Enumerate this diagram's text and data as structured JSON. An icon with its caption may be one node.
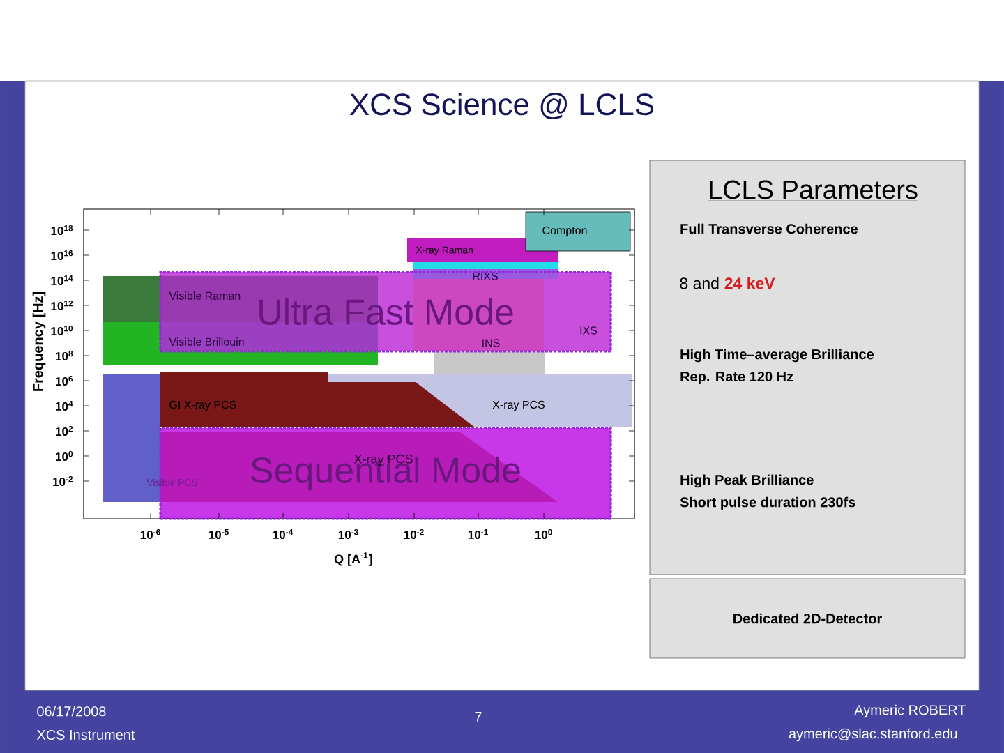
{
  "diagram": {
    "title": "XCS Science @ LCLS",
    "nodes": [
      {
        "text": [
          "Compton"
        ]
      },
      {
        "text": [
          "X-ray Raman"
        ]
      },
      {
        "text": [
          "RIXS"
        ],
        "in": 3
      },
      {
        "text": [
          "Ultra Fast Mode"
        ]
      },
      {
        "text": [
          "Visible Raman"
        ],
        "in": 3
      },
      {
        "text": [
          "Visible Brillouin"
        ],
        "in": 3
      },
      {
        "text": [
          "INS"
        ],
        "in": 3
      },
      {
        "text": [
          "IXS"
        ],
        "in": 3
      },
      {
        "text": [
          "GI X-ray PCS"
        ]
      },
      {
        "text": [
          "X-ray PCS"
        ]
      },
      {
        "text": [
          "Sequential Mode"
        ]
      },
      {
        "text": [
          "Visible PCS"
        ]
      },
      {
        "text": [
          "X-ray PCS"
        ],
        "in": 10
      },
      {
        "text": [
          "LCLS Parameters",
          "Full Transverse Coherence",
          "8 and",
          "24 keV",
          "High Time–average Brilliance",
          "Rep. Rate 120 Hz",
          "High Peak Brilliance",
          "Short pulse duration 230fs"
        ]
      },
      {
        "text": [
          "Dedicated 2D-Detector"
        ]
      }
    ],
    "labels": [
      "10$^{18}$",
      "10$^{16}$",
      "10$^{14}$",
      "10$^{12}$",
      "10$^{10}$",
      "10$^{8}$",
      "10$^{6}$",
      "10$^{4}$",
      "10$^{2}$",
      "10$^{0}$",
      "10$^{-2}$",
      "Frequency [Hz]",
      "10$^{-6}$",
      "10$^{-5}$",
      "10$^{-4}$",
      "10$^{-3}$",
      "10$^{-2}$",
      "10$^{-1}$",
      "10$^{0}$",
      "Q [A$^{-1}$]",
      "06/17/2008",
      "XCS Instrument",
      "7",
      "Aymeric ROBERT",
      "aymeric@slac.stanford.edu"
    ]
  }
}
